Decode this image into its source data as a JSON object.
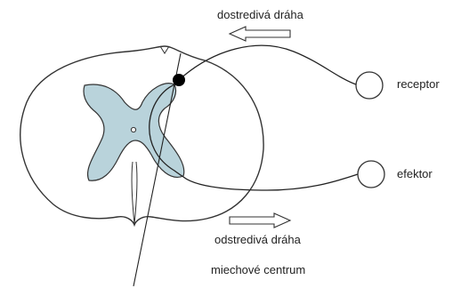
{
  "labels": {
    "afferent_pathway": "dostredivá dráha",
    "efferent_pathway": "odstredivá dráha",
    "receptor": "receptor",
    "effector": "efektor",
    "spinal_center": "miechové centrum"
  },
  "colors": {
    "grey_matter": "#b9d3db",
    "outline": "#333333",
    "ganglion": "#000000"
  }
}
